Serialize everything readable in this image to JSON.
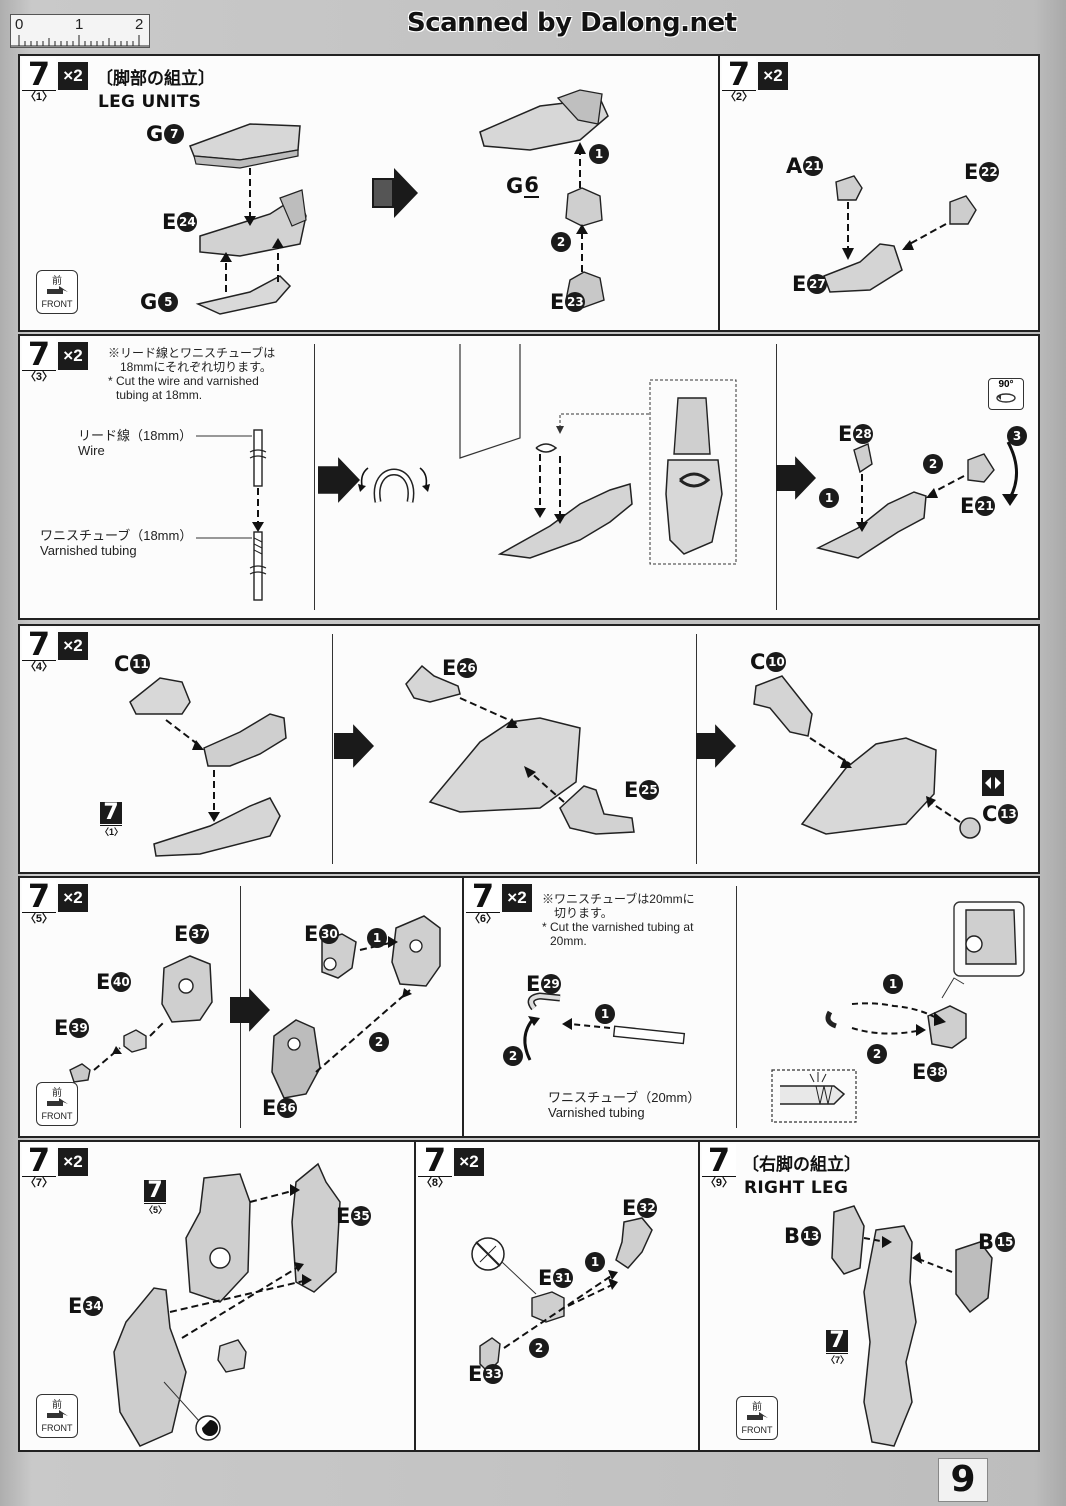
{
  "header": {
    "ruler_marks": [
      "0",
      "1",
      "2"
    ],
    "watermark": "Scanned by Dalong.net"
  },
  "front_badge": {
    "jp": "前",
    "en": "FRONT"
  },
  "row1": {
    "step1": {
      "num": "7",
      "sub": "〈1〉",
      "mult": "×2",
      "title_jp": "〔脚部の組立〕",
      "title_en": "LEG UNITS",
      "parts": {
        "g7": "G",
        "g7n": "7",
        "e24": "E",
        "e24n": "24",
        "g5": "G",
        "g5n": "5",
        "g6": "G",
        "g6n": "6",
        "e23": "E",
        "e23n": "23"
      },
      "order": {
        "o1": "1",
        "o2": "2"
      }
    },
    "step2": {
      "num": "7",
      "sub": "〈2〉",
      "mult": "×2",
      "parts": {
        "a21": "A",
        "a21n": "21",
        "e22": "E",
        "e22n": "22",
        "e27": "E",
        "e27n": "27"
      }
    }
  },
  "row2": {
    "step3": {
      "num": "7",
      "sub": "〈3〉",
      "mult": "×2",
      "note_jp_1": "※リード線とワニスチューブは",
      "note_jp_2": "18mmにそれぞれ切ります。",
      "note_en_1": "* Cut the wire and varnished",
      "note_en_2": "tubing at 18mm.",
      "wire_jp": "リード線（18mm）",
      "wire_en": "Wire",
      "tube_jp": "ワニスチューブ（18mm）",
      "tube_en": "Varnished tubing",
      "parts": {
        "e28": "E",
        "e28n": "28",
        "e21": "E",
        "e21n": "21"
      },
      "rotate": "90°",
      "order": {
        "o1": "1",
        "o2": "2",
        "o3": "3"
      }
    }
  },
  "row3": {
    "step4": {
      "num": "7",
      "sub": "〈4〉",
      "mult": "×2",
      "parts": {
        "c11": "C",
        "c11n": "11",
        "e26": "E",
        "e26n": "26",
        "e25": "E",
        "e25n": "25",
        "c10": "C",
        "c10n": "10",
        "c13": "C",
        "c13n": "13"
      },
      "ref": {
        "num": "7",
        "sub": "〈1〉"
      }
    }
  },
  "row4": {
    "step5": {
      "num": "7",
      "sub": "〈5〉",
      "mult": "×2",
      "parts": {
        "e37": "E",
        "e37n": "37",
        "e40": "E",
        "e40n": "40",
        "e39": "E",
        "e39n": "39",
        "e30": "E",
        "e30n": "30",
        "e36": "E",
        "e36n": "36"
      },
      "order": {
        "o1": "1",
        "o2": "2"
      }
    },
    "step6": {
      "num": "7",
      "sub": "〈6〉",
      "mult": "×2",
      "note_jp_1": "※ワニスチューブは20mmに",
      "note_jp_2": "切ります。",
      "note_en_1": "* Cut the varnished tubing at",
      "note_en_2": "20mm.",
      "tube_jp": "ワニスチューブ（20mm）",
      "tube_en": "Varnished tubing",
      "parts": {
        "e29": "E",
        "e29n": "29",
        "e38": "E",
        "e38n": "38"
      },
      "order": {
        "o1": "1",
        "o2": "2",
        "o3": "1",
        "o4": "2"
      }
    }
  },
  "row5": {
    "step7": {
      "num": "7",
      "sub": "〈7〉",
      "mult": "×2",
      "parts": {
        "e35": "E",
        "e35n": "35",
        "e34": "E",
        "e34n": "34"
      },
      "ref": {
        "num": "7",
        "sub": "〈5〉"
      }
    },
    "step8": {
      "num": "7",
      "sub": "〈8〉",
      "mult": "×2",
      "parts": {
        "e32": "E",
        "e32n": "32",
        "e31": "E",
        "e31n": "31",
        "e33": "E",
        "e33n": "33"
      },
      "order": {
        "o1": "1",
        "o2": "2"
      }
    },
    "step9": {
      "num": "7",
      "sub": "〈9〉",
      "title_jp": "〔右脚の組立〕",
      "title_en": "RIGHT LEG",
      "parts": {
        "b13": "B",
        "b13n": "13",
        "b15": "B",
        "b15n": "15"
      },
      "ref": {
        "num": "7",
        "sub": "〈7〉"
      }
    }
  },
  "page_number": "9"
}
